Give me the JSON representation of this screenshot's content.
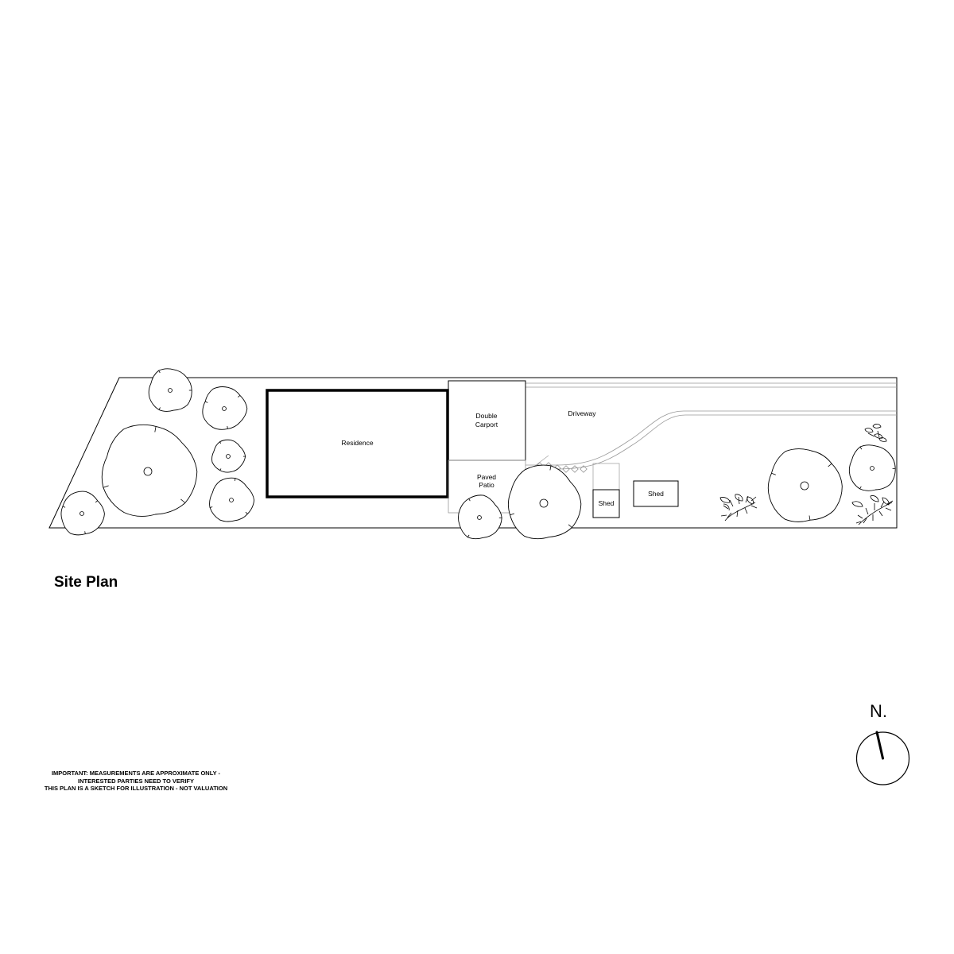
{
  "title": "Site Plan",
  "labels": {
    "residence": "Residence",
    "carport_line1": "Double",
    "carport_line2": "Carport",
    "patio_line1": "Paved",
    "patio_line2": "Patio",
    "driveway": "Driveway",
    "shed_small": "Shed",
    "shed_large": "Shed"
  },
  "disclaimer": {
    "line1": "IMPORTANT: MEASUREMENTS ARE APPROXIMATE ONLY -",
    "line2": "INTERESTED PARTIES NEED TO VERIFY",
    "line3": "THIS PLAN IS A SKETCH FOR ILLUSTRATION - NOT VALUATION"
  },
  "compass": {
    "label": "N.",
    "icon": "north-arrow-icon"
  },
  "colors": {
    "line": "#000000",
    "faint_line": "#999999",
    "background": "#ffffff"
  }
}
